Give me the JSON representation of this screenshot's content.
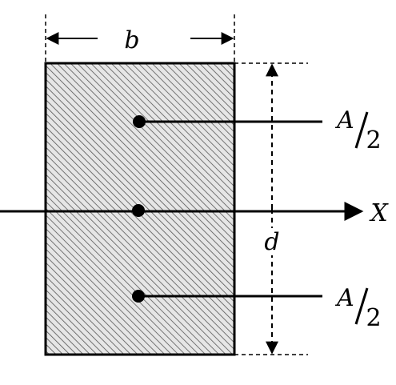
{
  "labels": {
    "width": "b",
    "depth": "d",
    "axis": "X",
    "upper_area_num": "A",
    "upper_area_den": "2",
    "lower_area_num": "A",
    "lower_area_den": "2"
  },
  "colors": {
    "stroke": "#000000",
    "hatch": "#555555",
    "fill": "#d9d9d9"
  }
}
